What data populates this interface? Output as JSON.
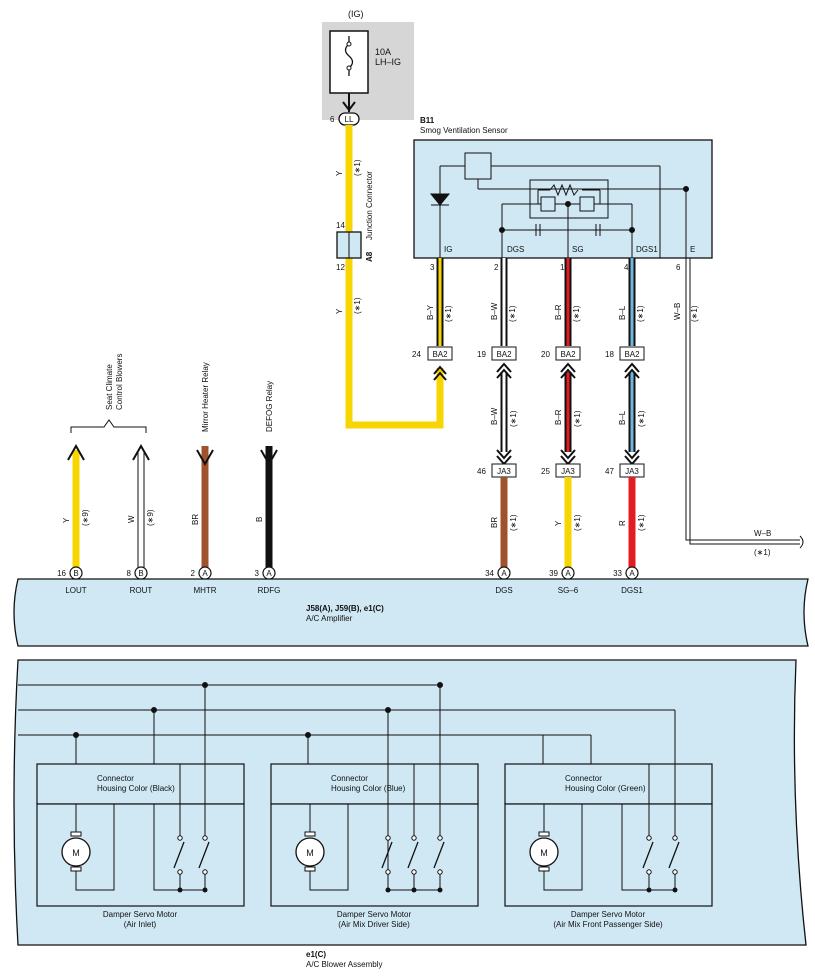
{
  "colors": {
    "component_fill": "#cfe8f4",
    "fuse_box_fill": "#d6d6d6",
    "wire_yellow": "#f7d500",
    "wire_brown": "#a0522d",
    "wire_black": "#111111",
    "wire_red": "#e31b23",
    "wire_blue": "#6fb6e0",
    "wire_white": "#ffffff"
  },
  "fuse": {
    "source": "(IG)",
    "rating": "10A",
    "name": "LH–IG",
    "pin": "6",
    "connector": "LL"
  },
  "sensor": {
    "code": "B11",
    "name": "Smog Ventilation Sensor",
    "terminals": [
      {
        "name": "IG",
        "pin": "3",
        "wire": "B–Y",
        "note": "(∗1)"
      },
      {
        "name": "DGS",
        "pin": "2",
        "wire": "B–W",
        "note": "(∗1)"
      },
      {
        "name": "SG",
        "pin": "1",
        "wire": "B–R",
        "note": "(∗1)"
      },
      {
        "name": "DGS1",
        "pin": "4",
        "wire": "B–L",
        "note": "(∗1)"
      },
      {
        "name": "E",
        "pin": "6",
        "wire": "W–B",
        "note": "(∗1)"
      }
    ]
  },
  "junction": {
    "code": "A8",
    "name": "Junction Connector",
    "pin_top": "14",
    "pin_bottom": "12",
    "wire_upper": "Y",
    "wire_lower": "Y",
    "note": "(∗1)"
  },
  "ba2": [
    {
      "pin": "24",
      "label": "BA2"
    },
    {
      "pin": "19",
      "label": "BA2"
    },
    {
      "pin": "20",
      "label": "BA2"
    },
    {
      "pin": "18",
      "label": "BA2"
    }
  ],
  "mid_wires": [
    {
      "wire": "B–W",
      "note": "(∗1)"
    },
    {
      "wire": "B–R",
      "note": "(∗1)"
    },
    {
      "wire": "B–L",
      "note": "(∗1)"
    }
  ],
  "ja3": [
    {
      "pin": "46",
      "label": "JA3",
      "wire": "BR",
      "note": "(∗1)"
    },
    {
      "pin": "25",
      "label": "JA3",
      "wire": "Y",
      "note": "(∗1)"
    },
    {
      "pin": "47",
      "label": "JA3",
      "wire": "R",
      "note": "(∗1)"
    }
  ],
  "ground_wire": {
    "wire": "W–B",
    "note": "(∗1)"
  },
  "left_group": {
    "destination_line1": "Seat Climate",
    "destination_line2": "Control Blowers",
    "mirror_relay": "Mirror Heater Relay",
    "defog_relay": "DEFOG Relay",
    "wires": [
      {
        "wire": "Y",
        "note": "(∗9)"
      },
      {
        "wire": "W",
        "note": "(∗9)"
      },
      {
        "wire": "BR",
        "note": ""
      },
      {
        "wire": "B",
        "note": ""
      }
    ]
  },
  "amplifier": {
    "code": "J58(A), J59(B), e1(C)",
    "name": "A/C Amplifier",
    "terminals": [
      {
        "pin": "16",
        "conn": "B",
        "name": "LOUT"
      },
      {
        "pin": "8",
        "conn": "B",
        "name": "ROUT"
      },
      {
        "pin": "2",
        "conn": "A",
        "name": "MHTR"
      },
      {
        "pin": "3",
        "conn": "A",
        "name": "RDFG"
      },
      {
        "pin": "34",
        "conn": "A",
        "name": "DGS"
      },
      {
        "pin": "39",
        "conn": "A",
        "name": "SG–6"
      },
      {
        "pin": "33",
        "conn": "A",
        "name": "DGS1"
      }
    ]
  },
  "blower": {
    "code": "e1(C)",
    "name": "A/C Blower Assembly",
    "motors": [
      {
        "housing_line1": "Connector",
        "housing_line2": "Housing Color (Black)",
        "caption_line1": "Damper Servo Motor",
        "caption_line2": "(Air Inlet)",
        "motor_symbol": "M"
      },
      {
        "housing_line1": "Connector",
        "housing_line2": "Housing Color (Blue)",
        "caption_line1": "Damper Servo Motor",
        "caption_line2": "(Air Mix Driver Side)",
        "motor_symbol": "M"
      },
      {
        "housing_line1": "Connector",
        "housing_line2": "Housing Color (Green)",
        "caption_line1": "Damper Servo Motor",
        "caption_line2": "(Air Mix Front Passenger Side)",
        "motor_symbol": "M"
      }
    ]
  }
}
